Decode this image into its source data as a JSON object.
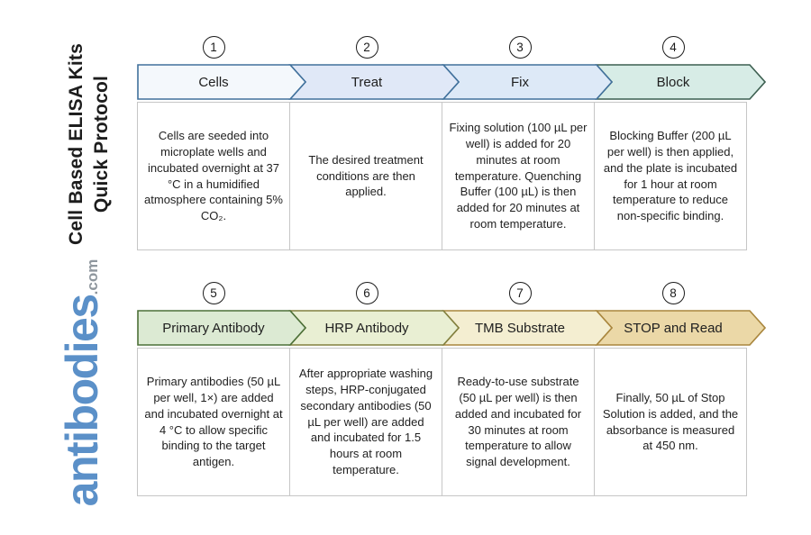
{
  "sidebar": {
    "title_line1": "Cell Based ELISA Kits",
    "title_line2": "Quick Protocol",
    "logo_text": "antibodies",
    "logo_suffix": ".com",
    "logo_color": "#5b90c8",
    "logo_suffix_color": "#8f979e"
  },
  "steps": [
    {
      "number": "1",
      "label": "Cells",
      "description": "Cells are seeded into microplate wells and incubated overnight at 37 °C in a humidified atmosphere containing 5% CO₂.",
      "fill": "#f4f8fc",
      "stroke": "#41719c"
    },
    {
      "number": "2",
      "label": "Treat",
      "description": "The desired treatment conditions are then applied.",
      "fill": "#e0e8f7",
      "stroke": "#41719c"
    },
    {
      "number": "3",
      "label": "Fix",
      "description": "Fixing solution (100 µL per well) is added for 20 minutes at room temperature. Quenching Buffer (100 µL) is then added for 20 minutes at room temperature.",
      "fill": "#dde9f7",
      "stroke": "#41719c"
    },
    {
      "number": "4",
      "label": "Block",
      "description": "Blocking Buffer (200 µL per well) is then applied, and the plate is incubated for 1 hour at room temperature to reduce non-specific binding.",
      "fill": "#d7ece6",
      "stroke": "#3c5f50"
    },
    {
      "number": "5",
      "label": "Primary Antibody",
      "description": "Primary antibodies (50 µL per well, 1×) are added and incubated overnight at 4 °C to allow specific binding to the target antigen.",
      "fill": "#dcead3",
      "stroke": "#4c7038"
    },
    {
      "number": "6",
      "label": "HRP Antibody",
      "description": "After appropriate washing steps, HRP-conjugated secondary antibodies (50 µL per well) are added and incubated for 1.5 hours at room temperature.",
      "fill": "#e9efd3",
      "stroke": "#82803f"
    },
    {
      "number": "7",
      "label": "TMB Substrate",
      "description": "Ready-to-use substrate (50 µL per well) is then added and incubated for 30 minutes at room temperature to allow signal development.",
      "fill": "#f4eed1",
      "stroke": "#a9863d"
    },
    {
      "number": "8",
      "label": "STOP and Read",
      "description": "Finally, 50 µL of Stop Solution is added, and the absorbance is measured at 450 nm.",
      "fill": "#ebd8a7",
      "stroke": "#a9863d"
    }
  ]
}
